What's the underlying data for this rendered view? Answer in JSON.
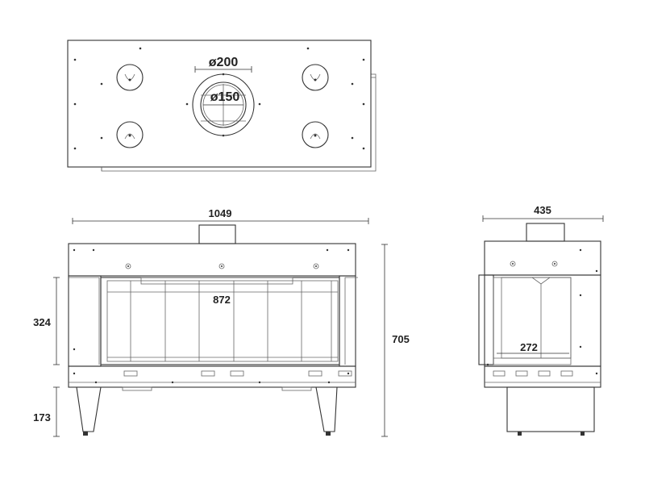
{
  "labels": {
    "outer_diameter": "ø200",
    "inner_diameter": "ø150",
    "front_width": "1049",
    "opening_width": "872",
    "opening_height": "324",
    "leg_height": "173",
    "total_height": "705",
    "side_depth": "435",
    "side_inner_depth": "272"
  },
  "colors": {
    "line": "#333333",
    "background": "#ffffff"
  }
}
